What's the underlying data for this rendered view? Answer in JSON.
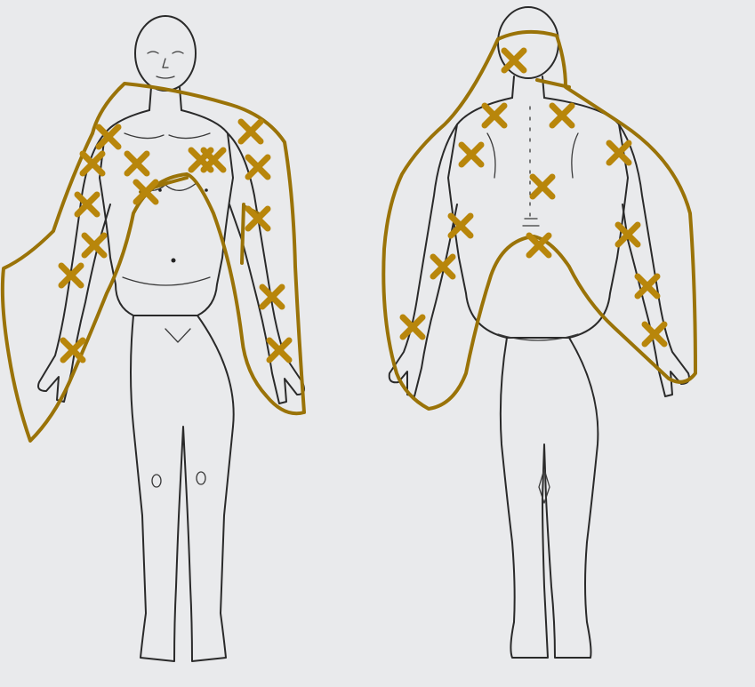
{
  "colors": {
    "background": "#e9eaec",
    "outline": "#2a2a2a",
    "pain_marker": "#b8860b",
    "pain_region": "#9a7308"
  },
  "icons": {
    "marker": "x-mark-icon",
    "figure_front": "human-body-front-icon",
    "figure_back": "human-body-back-icon"
  },
  "figures": [
    {
      "view": "front",
      "marker_count": 15
    },
    {
      "view": "back",
      "marker_count": 13
    }
  ]
}
